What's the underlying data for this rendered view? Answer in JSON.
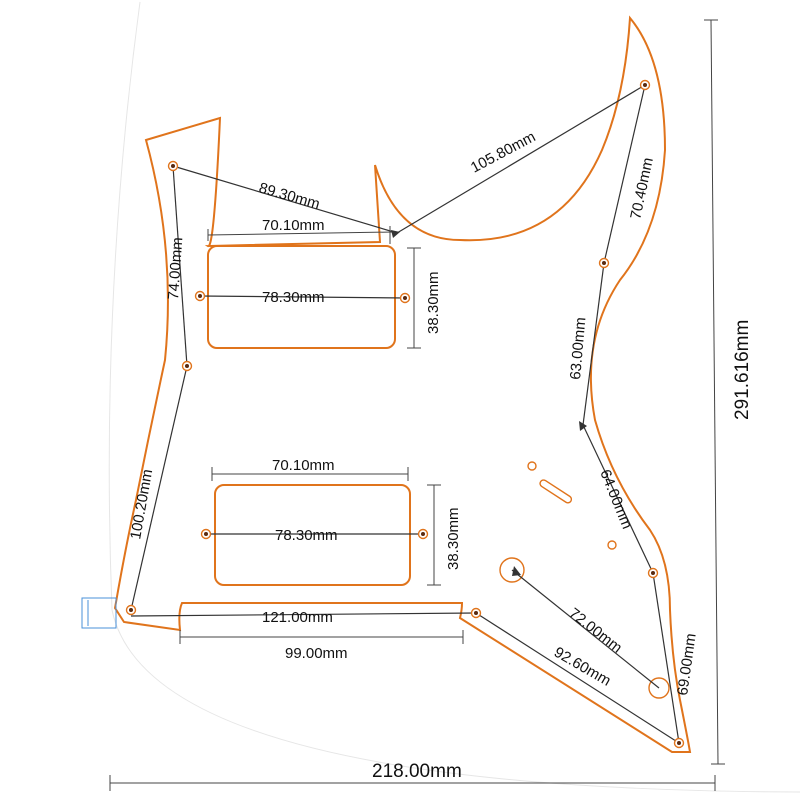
{
  "diagram": {
    "colors": {
      "outline": "#e0741c",
      "dimension": "#333333",
      "text": "#111111",
      "background": "#ffffff",
      "tab": "#4a90d9"
    },
    "labels": {
      "d_105_80": "105.80mm",
      "d_89_30": "89.30mm",
      "d_70_40": "70.40mm",
      "d_70_10_top": "70.10mm",
      "d_74_00": "74.00mm",
      "d_78_30_top": "78.30mm",
      "d_38_30_top": "38.30mm",
      "d_63_00": "63.00mm",
      "d_291_616": "291.616mm",
      "d_100_20": "100.20mm",
      "d_70_10_bottom": "70.10mm",
      "d_64_00": "64.00mm",
      "d_78_30_bottom": "78.30mm",
      "d_38_30_bottom": "38.30mm",
      "d_72_00": "72.00mm",
      "d_121_00": "121.00mm",
      "d_69_00": "69.00mm",
      "d_99_00": "99.00mm",
      "d_92_60": "92.60mm",
      "d_218_00": "218.00mm"
    }
  }
}
